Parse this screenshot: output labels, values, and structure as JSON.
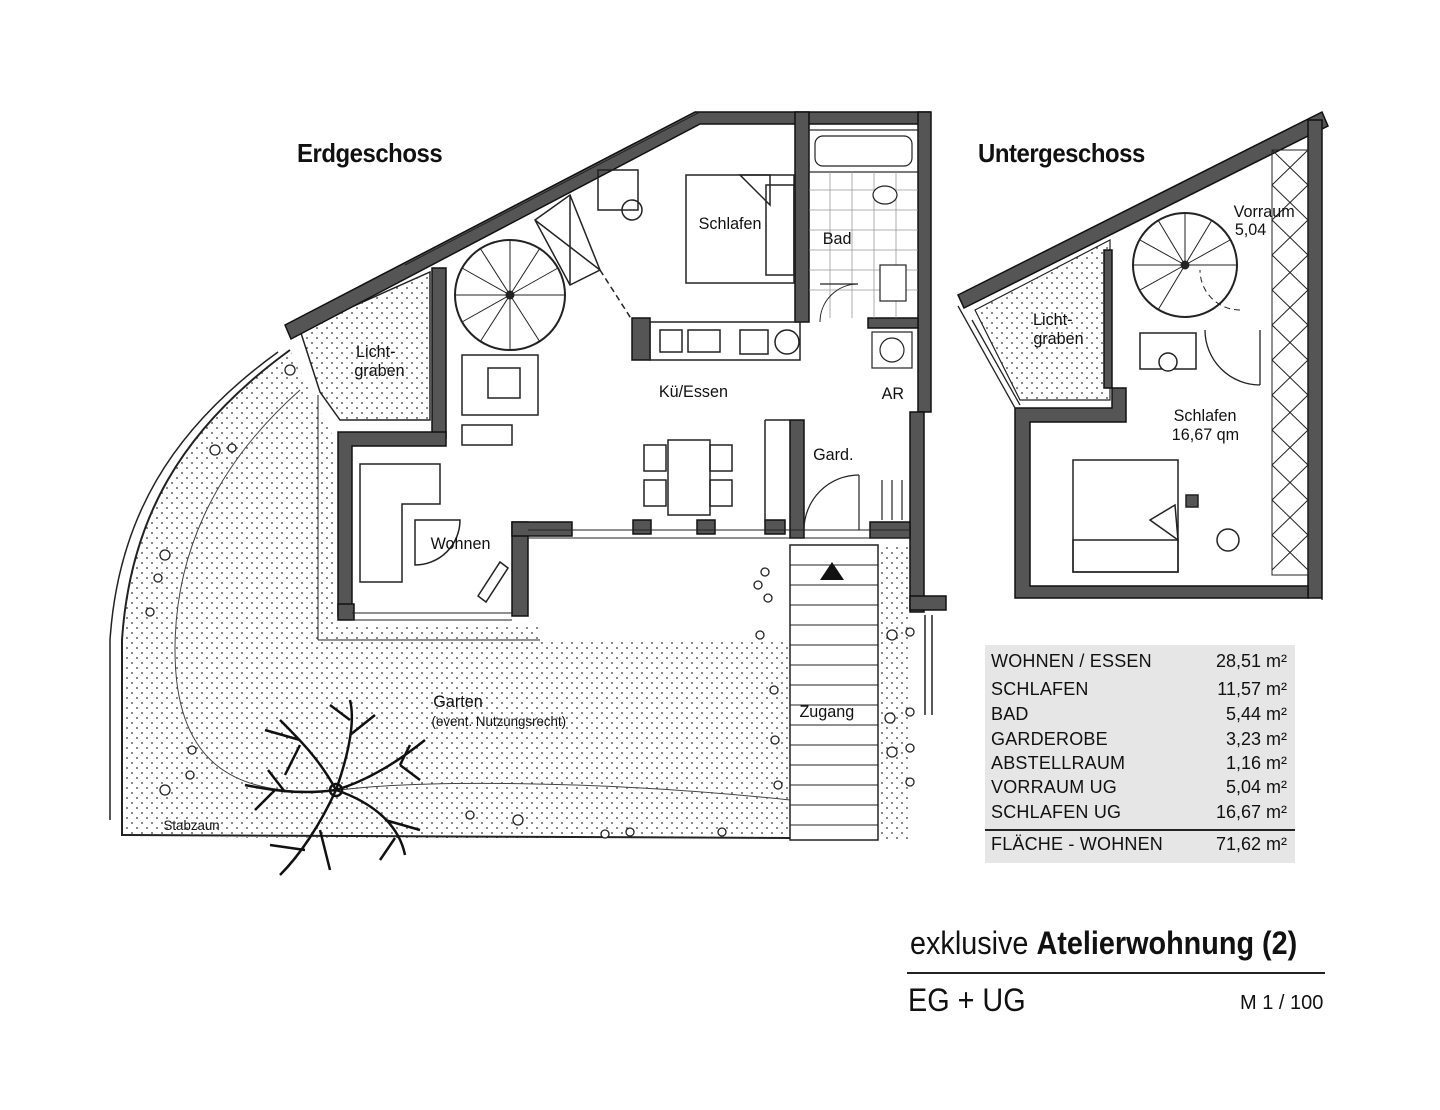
{
  "headings": {
    "ground_floor": "Erdgeschoss",
    "basement": "Untergeschoss"
  },
  "rooms_ground": {
    "schlafen": "Schlafen",
    "bad": "Bad",
    "lichtgraben_l1": "Licht-",
    "lichtgraben_l2": "graben",
    "kuche_essen": "Kü/Essen",
    "ar": "AR",
    "gard": "Gard.",
    "wohnen": "Wohnen",
    "garten": "Garten",
    "garten_note": "(event. Nutzungsrecht)",
    "zugang": "Zugang",
    "stabzaun": "Stabzaun"
  },
  "rooms_basement": {
    "vorraum": "Vorraum",
    "vorraum_area": "5,04",
    "lichtgraben_l1": "Licht-",
    "lichtgraben_l2": "graben",
    "schlafen": "Schlafen",
    "schlafen_area": "16,67 qm"
  },
  "area_table": {
    "rows": [
      {
        "label": "WOHNEN / ESSEN",
        "value": "28,51 m²"
      },
      {
        "label": "SCHLAFEN",
        "value": "11,57 m²"
      },
      {
        "label": "BAD",
        "value": "5,44 m²"
      },
      {
        "label": "GARDEROBE",
        "value": "3,23 m²"
      },
      {
        "label": "ABSTELLRAUM",
        "value": "1,16 m²"
      },
      {
        "label": "VORRAUM UG",
        "value": "5,04 m²"
      },
      {
        "label": "SCHLAFEN UG",
        "value": "16,67 m²"
      }
    ],
    "total_label": "FLÄCHE - WOHNEN",
    "total_value": "71,62 m²"
  },
  "title": {
    "prefix": "exklusive",
    "name": "Atelierwohnung (2)",
    "subtitle": "EG + UG",
    "scale": "M 1 / 100"
  },
  "colors": {
    "wall": "#555555",
    "wall_outline": "#111111",
    "table_bg": "#e6e6e6"
  }
}
